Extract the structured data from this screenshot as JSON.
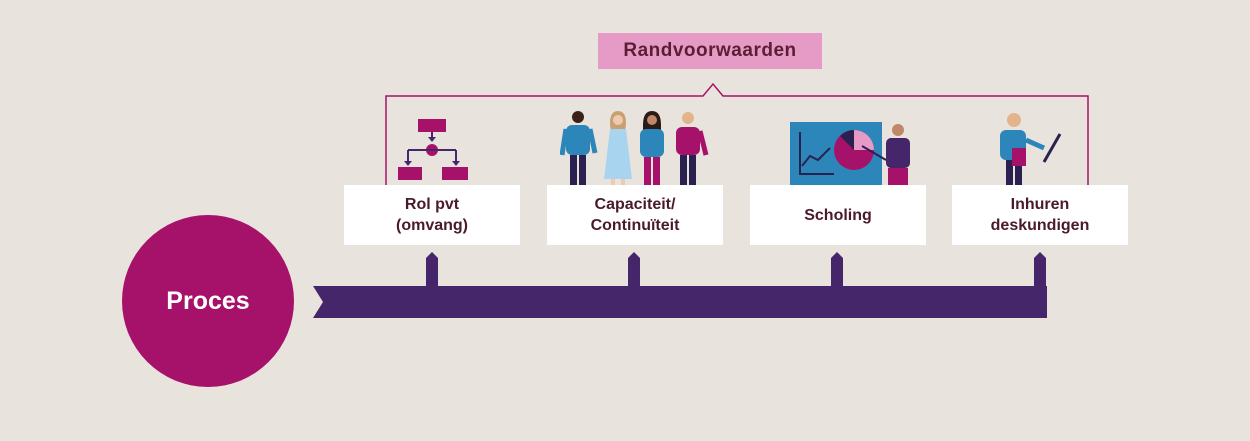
{
  "header": {
    "label": "Randvoorwaarden"
  },
  "process": {
    "label": "Proces"
  },
  "steps": [
    {
      "line1": "Rol pvt",
      "line2": "(omvang)"
    },
    {
      "line1": "Capaciteit/",
      "line2": "Continuïteit"
    },
    {
      "line1": "Scholing",
      "line2": ""
    },
    {
      "line1": "Inhuren",
      "line2": "deskundigen"
    }
  ],
  "icons": [
    "flowchart-icon",
    "people-group-icon",
    "presentation-icon",
    "presenter-icon"
  ],
  "colors": {
    "background": "#e9e3dd",
    "magenta": "#a61269",
    "purple": "#46266a",
    "pink": "#e69bc6",
    "text": "#4a1a2c",
    "blue": "#2d86b9"
  }
}
